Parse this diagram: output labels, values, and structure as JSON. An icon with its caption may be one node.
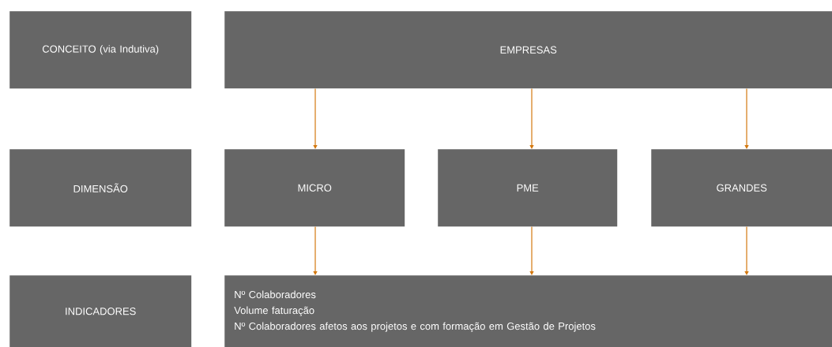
{
  "diagram": {
    "nodes": [
      {
        "text": [
          "CONCEITO (via Indutiva)"
        ]
      },
      {
        "text": [
          "EMPRESAS"
        ]
      },
      {
        "text": [
          "DIMENSÃO"
        ]
      },
      {
        "text": [
          "MICRO"
        ]
      },
      {
        "text": [
          "PME"
        ]
      },
      {
        "text": [
          "GRANDES"
        ]
      },
      {
        "text": [
          "INDICADORES"
        ]
      },
      {
        "text": [
          "Nº Colaboradores",
          "Volume faturação",
          "Nº Colaboradores afetos aos projetos e com formação em Gestão de Projetos"
        ]
      }
    ],
    "edges": [
      {
        "from": 1,
        "to": 3,
        "arrow": "to"
      },
      {
        "from": 1,
        "to": 4,
        "arrow": "to"
      },
      {
        "from": 1,
        "to": 5,
        "arrow": "to"
      },
      {
        "from": 3,
        "to": 7,
        "arrow": "to"
      },
      {
        "from": 4,
        "to": 7,
        "arrow": "to"
      },
      {
        "from": 5,
        "to": 7,
        "arrow": "to"
      }
    ]
  }
}
